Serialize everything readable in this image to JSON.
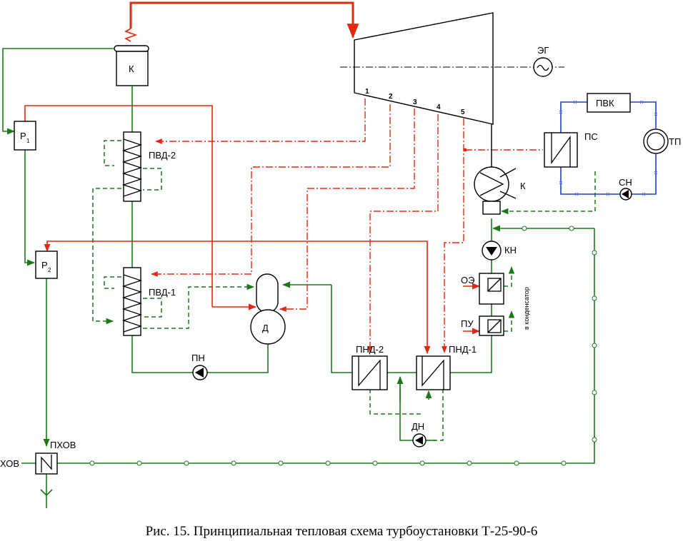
{
  "labels": {
    "k_top": "К",
    "pvd2": "ПВД-2",
    "pvd1": "ПВД-1",
    "p1_main": "Р",
    "p1_sub": "1",
    "p2_main": "Р",
    "p2_sub": "2",
    "d": "Д",
    "pn": "ПН",
    "pnd2": "ПНД-2",
    "pnd1": "ПНД-1",
    "dn": "ДН",
    "kn": "КН",
    "oe": "ОЭ",
    "pu": "ПУ",
    "k_cond": "К",
    "ps": "ПС",
    "pvk": "ПВК",
    "tp": "ТП",
    "sn": "СН",
    "eg": "ЭГ",
    "hov": "ХОВ",
    "phov": "ПХОВ",
    "to_condenser": "в конденсатор",
    "tap_1": "1",
    "tap_2": "2",
    "tap_3": "3",
    "tap_4": "4",
    "tap_5": "5"
  },
  "caption": "Рис. 15. Принципиальная тепловая схема турбоустановки Т-25-90-6",
  "colors": {
    "feedwater": "#1a7a1a",
    "steam": "#e02a10",
    "network_water": "#1f3fd0",
    "equipment": "#000000"
  }
}
